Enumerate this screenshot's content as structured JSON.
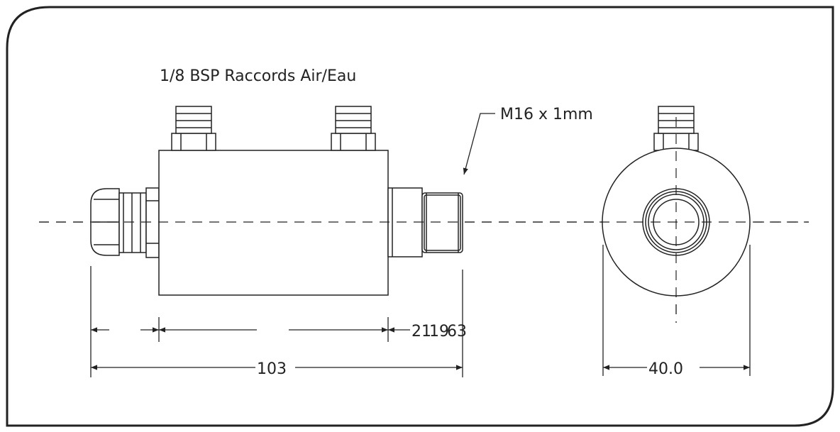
{
  "labels": {
    "fittings": "1/8 BSP Raccords Air/Eau",
    "thread": "M16 x 1mm"
  },
  "dimensions": {
    "dim_left": "21",
    "dim_middle": "19",
    "dim_right": "63",
    "total_length": "103",
    "diameter": "40.0"
  },
  "colors": {
    "line": "#222222",
    "background": "#ffffff"
  }
}
